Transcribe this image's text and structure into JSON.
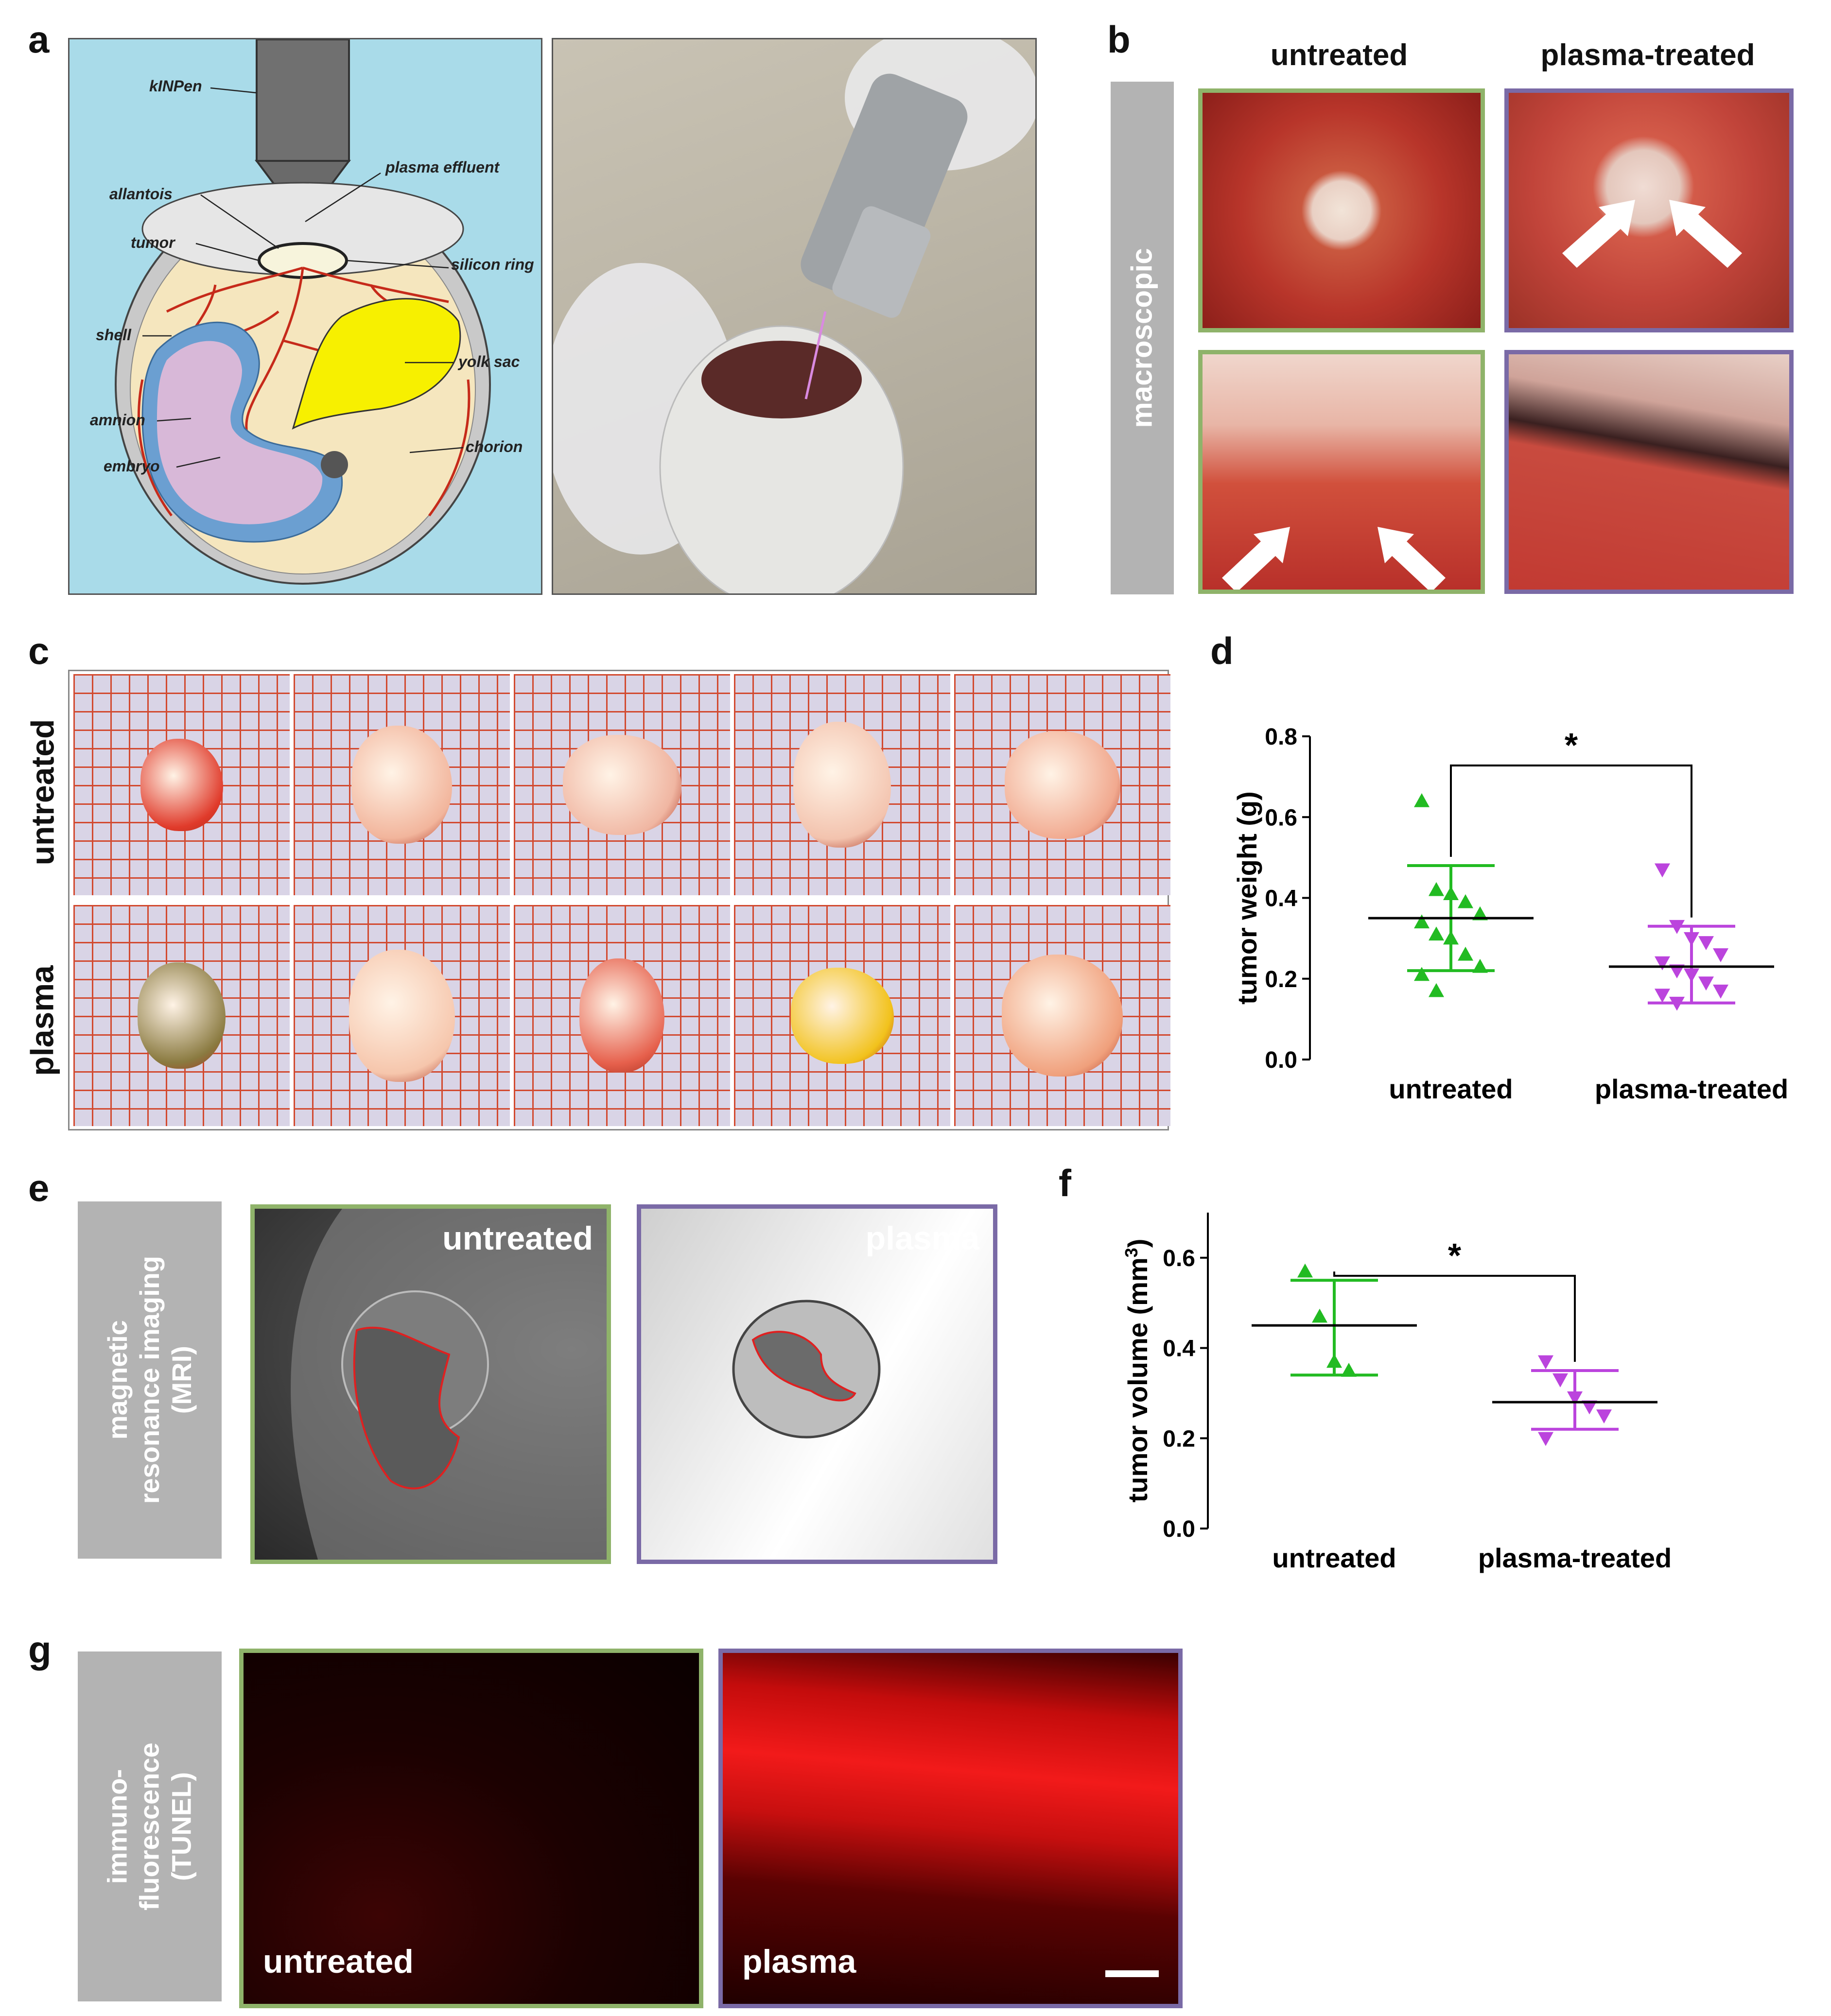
{
  "panels": {
    "a": {
      "label": "a",
      "diagram_labels": {
        "kinpen": "kINPen",
        "plasma_effluent": "plasma effluent",
        "allantois": "allantois",
        "tumor": "tumor",
        "silicon_ring": "silicon ring",
        "shell": "shell",
        "yolk_sac": "yolk sac",
        "amnion": "amnion",
        "chorion": "chorion",
        "embryo": "embryo"
      }
    },
    "b": {
      "label": "b",
      "col_untreated": "untreated",
      "col_plasma": "plasma-treated",
      "row_label": "macroscopic"
    },
    "c": {
      "label": "c",
      "row_untreated": "untreated",
      "row_plasma": "plasma"
    },
    "d": {
      "label": "d"
    },
    "e": {
      "label": "e",
      "row_label": "magnetic\nresonance imaging\n(MRI)",
      "overlay_untreated": "untreated",
      "overlay_plasma": "plasma"
    },
    "f": {
      "label": "f"
    },
    "g": {
      "label": "g",
      "row_label": "immuno-\nfluorescence\n(TUNEL)",
      "overlay_untreated": "untreated",
      "overlay_plasma": "plasma"
    }
  },
  "colors": {
    "untreated": "#22bb22",
    "plasma": "#bb44dd",
    "frame_untreated": "#8fb36a",
    "frame_plasma": "#7a6aa6",
    "diagram_bg": "#a9dbe9"
  },
  "chart_data": [
    {
      "id": "d",
      "type": "scatter",
      "ylabel": "tumor weight (g)",
      "categories": [
        "untreated",
        "plasma-treated"
      ],
      "ylim": [
        0.0,
        0.8
      ],
      "yticks": [
        "0.0",
        "0.2",
        "0.4",
        "0.6",
        "0.8"
      ],
      "significance": "*",
      "series": [
        {
          "values": [
            0.64,
            0.42,
            0.41,
            0.39,
            0.36,
            0.34,
            0.31,
            0.3,
            0.26,
            0.23,
            0.21,
            0.17
          ],
          "mean": 0.35,
          "sd_upper": 0.48,
          "sd_lower": 0.22,
          "marker": "triangle-up"
        },
        {
          "values": [
            0.47,
            0.33,
            0.3,
            0.29,
            0.26,
            0.24,
            0.22,
            0.21,
            0.19,
            0.17,
            0.16,
            0.14
          ],
          "mean": 0.23,
          "sd_upper": 0.33,
          "sd_lower": 0.14,
          "marker": "triangle-down"
        }
      ]
    },
    {
      "id": "f",
      "type": "scatter",
      "ylabel": "tumor volume (mm",
      "ylabel_sup": "3",
      "ylabel_end": ")",
      "categories": [
        "untreated",
        "plasma-treated"
      ],
      "ylim": [
        0.0,
        0.7
      ],
      "yticks": [
        "0.0",
        "0.2",
        "0.4",
        "0.6"
      ],
      "significance": "*",
      "series": [
        {
          "values": [
            0.57,
            0.47,
            0.37,
            0.35
          ],
          "mean": 0.45,
          "sd_upper": 0.55,
          "sd_lower": 0.34,
          "marker": "triangle-up"
        },
        {
          "values": [
            0.37,
            0.33,
            0.29,
            0.27,
            0.25,
            0.2
          ],
          "mean": 0.28,
          "sd_upper": 0.35,
          "sd_lower": 0.22,
          "marker": "triangle-down"
        }
      ]
    }
  ]
}
